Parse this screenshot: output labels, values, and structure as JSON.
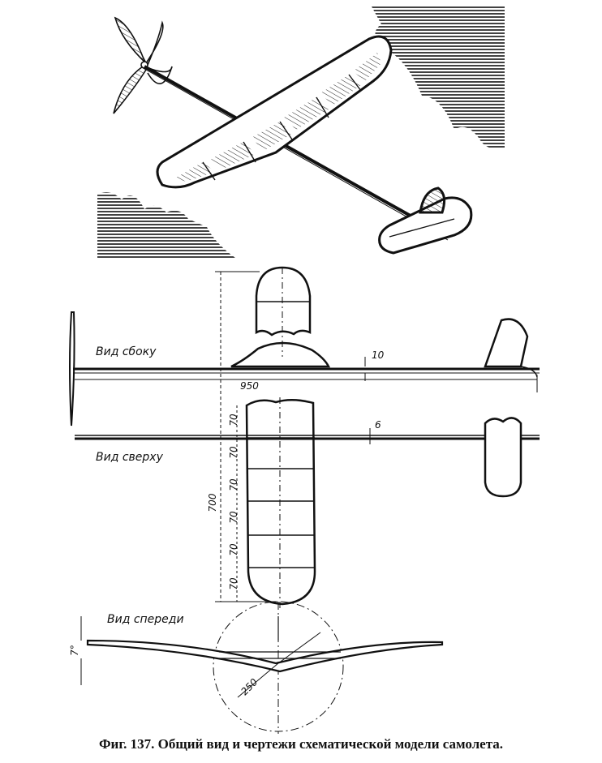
{
  "views": {
    "side": "Вид сбоку",
    "top": "Вид сверху",
    "front": "Вид спереди"
  },
  "dimensions": {
    "length": "950",
    "fuselage_side": "10",
    "fuselage_top": "6",
    "span": "700",
    "rib_spacing": [
      "70",
      "70",
      "70",
      "70",
      "70",
      "70"
    ],
    "dihedral": "7°",
    "radius": "250"
  },
  "caption": "Фиг. 137. Общий вид и чертежи схематической модели самолета."
}
